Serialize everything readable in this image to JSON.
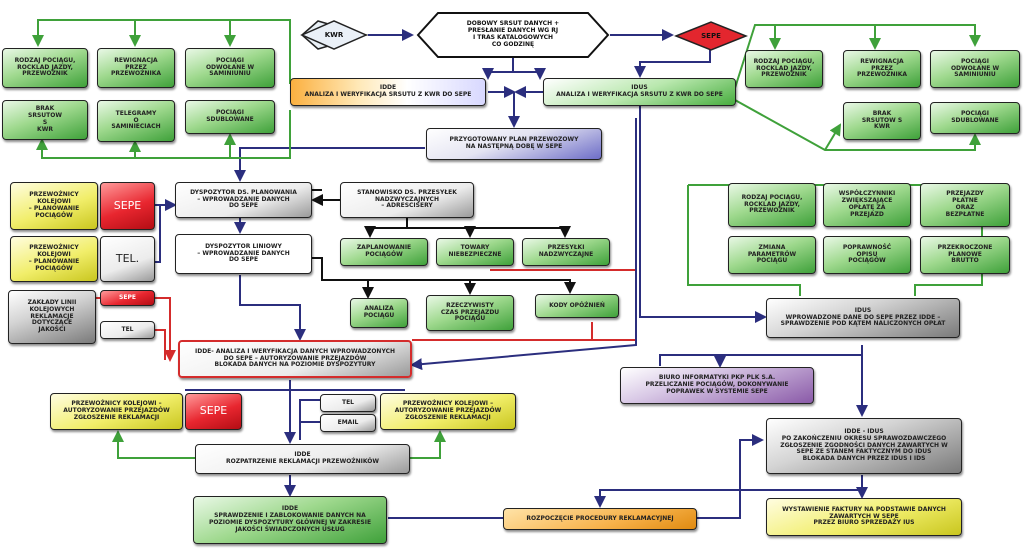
{
  "diagram": {
    "kwr": "KWR",
    "sepe_top": "SEPE",
    "center_hex": "DOBOWY SRSUT DANYCH +\nPRESŁANIE DANYCH WG RJ\nI TRAS KATALOGOWYCH\nCO GODZINĘ",
    "left_top_boxes": [
      "RODZAJ POCIĄGU,\nROCKLAD JAZDY,\nPRZEWOŹNIK",
      "REWIGNACJA\nPRZEZ\nPRZEWOŹNIKA",
      "POCIĄGI\nODWOŁANE W\nSAMINIUNIU",
      "BRAK\nSRSUTOW\nS\nKWR",
      "TELEGRAMY\nO\nSAMINIECIACH",
      "POCIĄGI\nSDUBLOWANE"
    ],
    "right_top_boxes": [
      "RODZAJ POCIĄGU,\nROCKLAD JAZDY,\nPRZEWOŹNIK",
      "REWIGNACJA\nPRZEZ\nPRZEWOŹNIKA",
      "POCIĄGI\nODWOŁANE W\nSAMINIUNIU",
      "BRAK\nSRSUTOW S\nKWR",
      "POCIĄGI\nSDUBLOWANE"
    ],
    "idde_top": "IDDE\nANALIZA I WERYFIKACJA SRSUTU Z KWR DO SEPE",
    "idus_top": "IDUS\nANALIZA I WERYFIKACJA SRSUTU Z KWR DO SEPE",
    "plan": "PRZYGOTOWANY PLAN PRZEWOZOWY\nNA NASTĘPNĄ DOBĘ W SEPE",
    "left_carriers_1": "PRZEWOŹNICY\nKOLEJOWI\n– PLANOWANIE\nPOCIĄGÓW",
    "left_carriers_2": "PRZEWOŹNICY\nKOLEJOWI\n– PLANOWANIE\nPOCIĄGÓW",
    "sepe_left": "SEPE",
    "tel_left": "TEL.",
    "zaklady": "ZAKŁADY LINII\nKOLEJOWYCH\nREKLAMACJE\nDOTYCZĄCE\nJAKOŚCI",
    "sepe_small": "SEPE",
    "tel_small": "TEL",
    "dyspozytor_plan": "DYSPOZYTOR DS. PLANOWANIA\n– WPROWADZANIE DANYCH\nDO SEPE",
    "dyspozytor_liniowy": "DYSPOZYTOR LINIOWY\n– WPROWADZANIE DANYCH\nDO SEPE",
    "stanowisko": "STANOWISKO DS. PRZESYŁEK\nNADZWYCZAJNYCH\n– ADRESCISERY",
    "zaplanowanie": "ZAPLANOWANIE\nPOCIĄGÓW",
    "towary": "TOWARY\nNIEBEZPIECZNE",
    "przesylki": "PRZESYŁKI\nNADZWYCZAJNE",
    "analiza": "ANALIZA\nPOCIĄGU",
    "rzeczywisty": "RZECZYWISTY\nCZAS PRZEJAZDU\nPOCIĄGU",
    "kody": "KODY OPÓŹNIEŃ",
    "idde_mid": "IDDE- ANALIZA I WERYFIKACJA DANYCH WPROWADZONYCH\nDO SEPE – AUTORYZOWANIE PRZEJAZDÓW\nBLOKADA DANYCH NA POZIOMIE DYSPOZYTURY",
    "right_grid": [
      "RODZAJ POCIĄGU,\nROCKLAD JAZDY,\nPRZEWOŹNIK",
      "WSPÓŁCZYNNIKI\nZWIĘKSZAJĄCE\nOPŁATĘ ZA\nPRZEJAZD",
      "PRZEJAZDY\nPŁATNE\nORAZ\nBEZPŁATNE",
      "ZMIANA\nPARAMETRÓW\nPOCIĄGU",
      "POPRAWNOŚĆ\nOPISU\nPOCIĄGÓW",
      "PRZEKROCZONE\nPLANOWE\nBRUTTO"
    ],
    "idus_mid": "IDUS\nWPROWADZONE DANE DO SEPE PRZEZ IDDE –\nSPRAWDZENIE POD KĄTEM NALICZONYCH OPŁAT",
    "biuro": "BIURO INFORMATYKI PKP PLK S.A.\nPRZELICZANIE POCIĄGÓW, DOKONYWANIE\nPOPRAWEK W SYSTEMIE SEPE",
    "carriers_auth_left": "PRZEWOŹNICY KOLEJOWI –\nAUTORYZOWANIE PRZEJAZDÓW\nZGŁOSZENIE REKLAMACJI",
    "sepe_bottom": "SEPE",
    "tel_bottom": "TEL",
    "email_bottom": "EMAIL",
    "carriers_auth_right": "PRZEWOŹNICY KOLEJOWI –\nAUTORYZOWANIE PRZEJAZDÓW\nZGŁOSZENIE REKLAMACJI",
    "idde_rozpatrzenie": "IDDE\nROZPATRZENIE REKLAMACJI PRZEWOŹNIKÓW",
    "idde_bottom": "IDDE\nSPRAWDZENIE I ZABLOKOWANIE DANYCH NA\nPOZIOMIE DYSPOZYTURY GŁÓWNEJ W ZAKRESIE\nJAKOŚCI ŚWIADCZONYCH USŁUG",
    "idde_idus_bottom": "IDDE - IDUS\nPO ZAKOŃCZENIU OKRESU SPRAWOZDAWCZEGO\nZGŁOSZENIE ZGODNOŚCI DANYCH ZAWARTYCH W\nSEPE ZE STANEM FAKTYCZNYM DO IDUS\nBLOKADA DANYCH PRZEZ IDUS I IDS",
    "rozpoczecie": "ROZPOCZĘCIE PROCEDURY REKLAMACYJNEJ",
    "wystawienie": "WYSTAWIENIE FAKTURY NA PODSTAWIE DANYCH\nZAWARTYCH W SEPE\nPRZEZ BIURO SPRZEDAŻY IUS"
  },
  "colors": {
    "navy": "#2b2e7e",
    "green": "#3fa13a",
    "red": "#d42c2c",
    "black": "#111111"
  }
}
